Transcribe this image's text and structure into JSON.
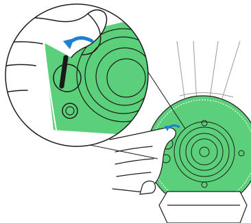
{
  "illustration": {
    "colors": {
      "background": "#ffffff",
      "device_fill": "#5ccf7a",
      "outline": "#1a1a1a",
      "arrow": "#1f7fd0",
      "light_line": "#9a9a9a"
    },
    "icons": [
      "magnifier-callout",
      "rotate-arrow-icon",
      "hand",
      "knob",
      "device-housing"
    ]
  },
  "caption": ""
}
